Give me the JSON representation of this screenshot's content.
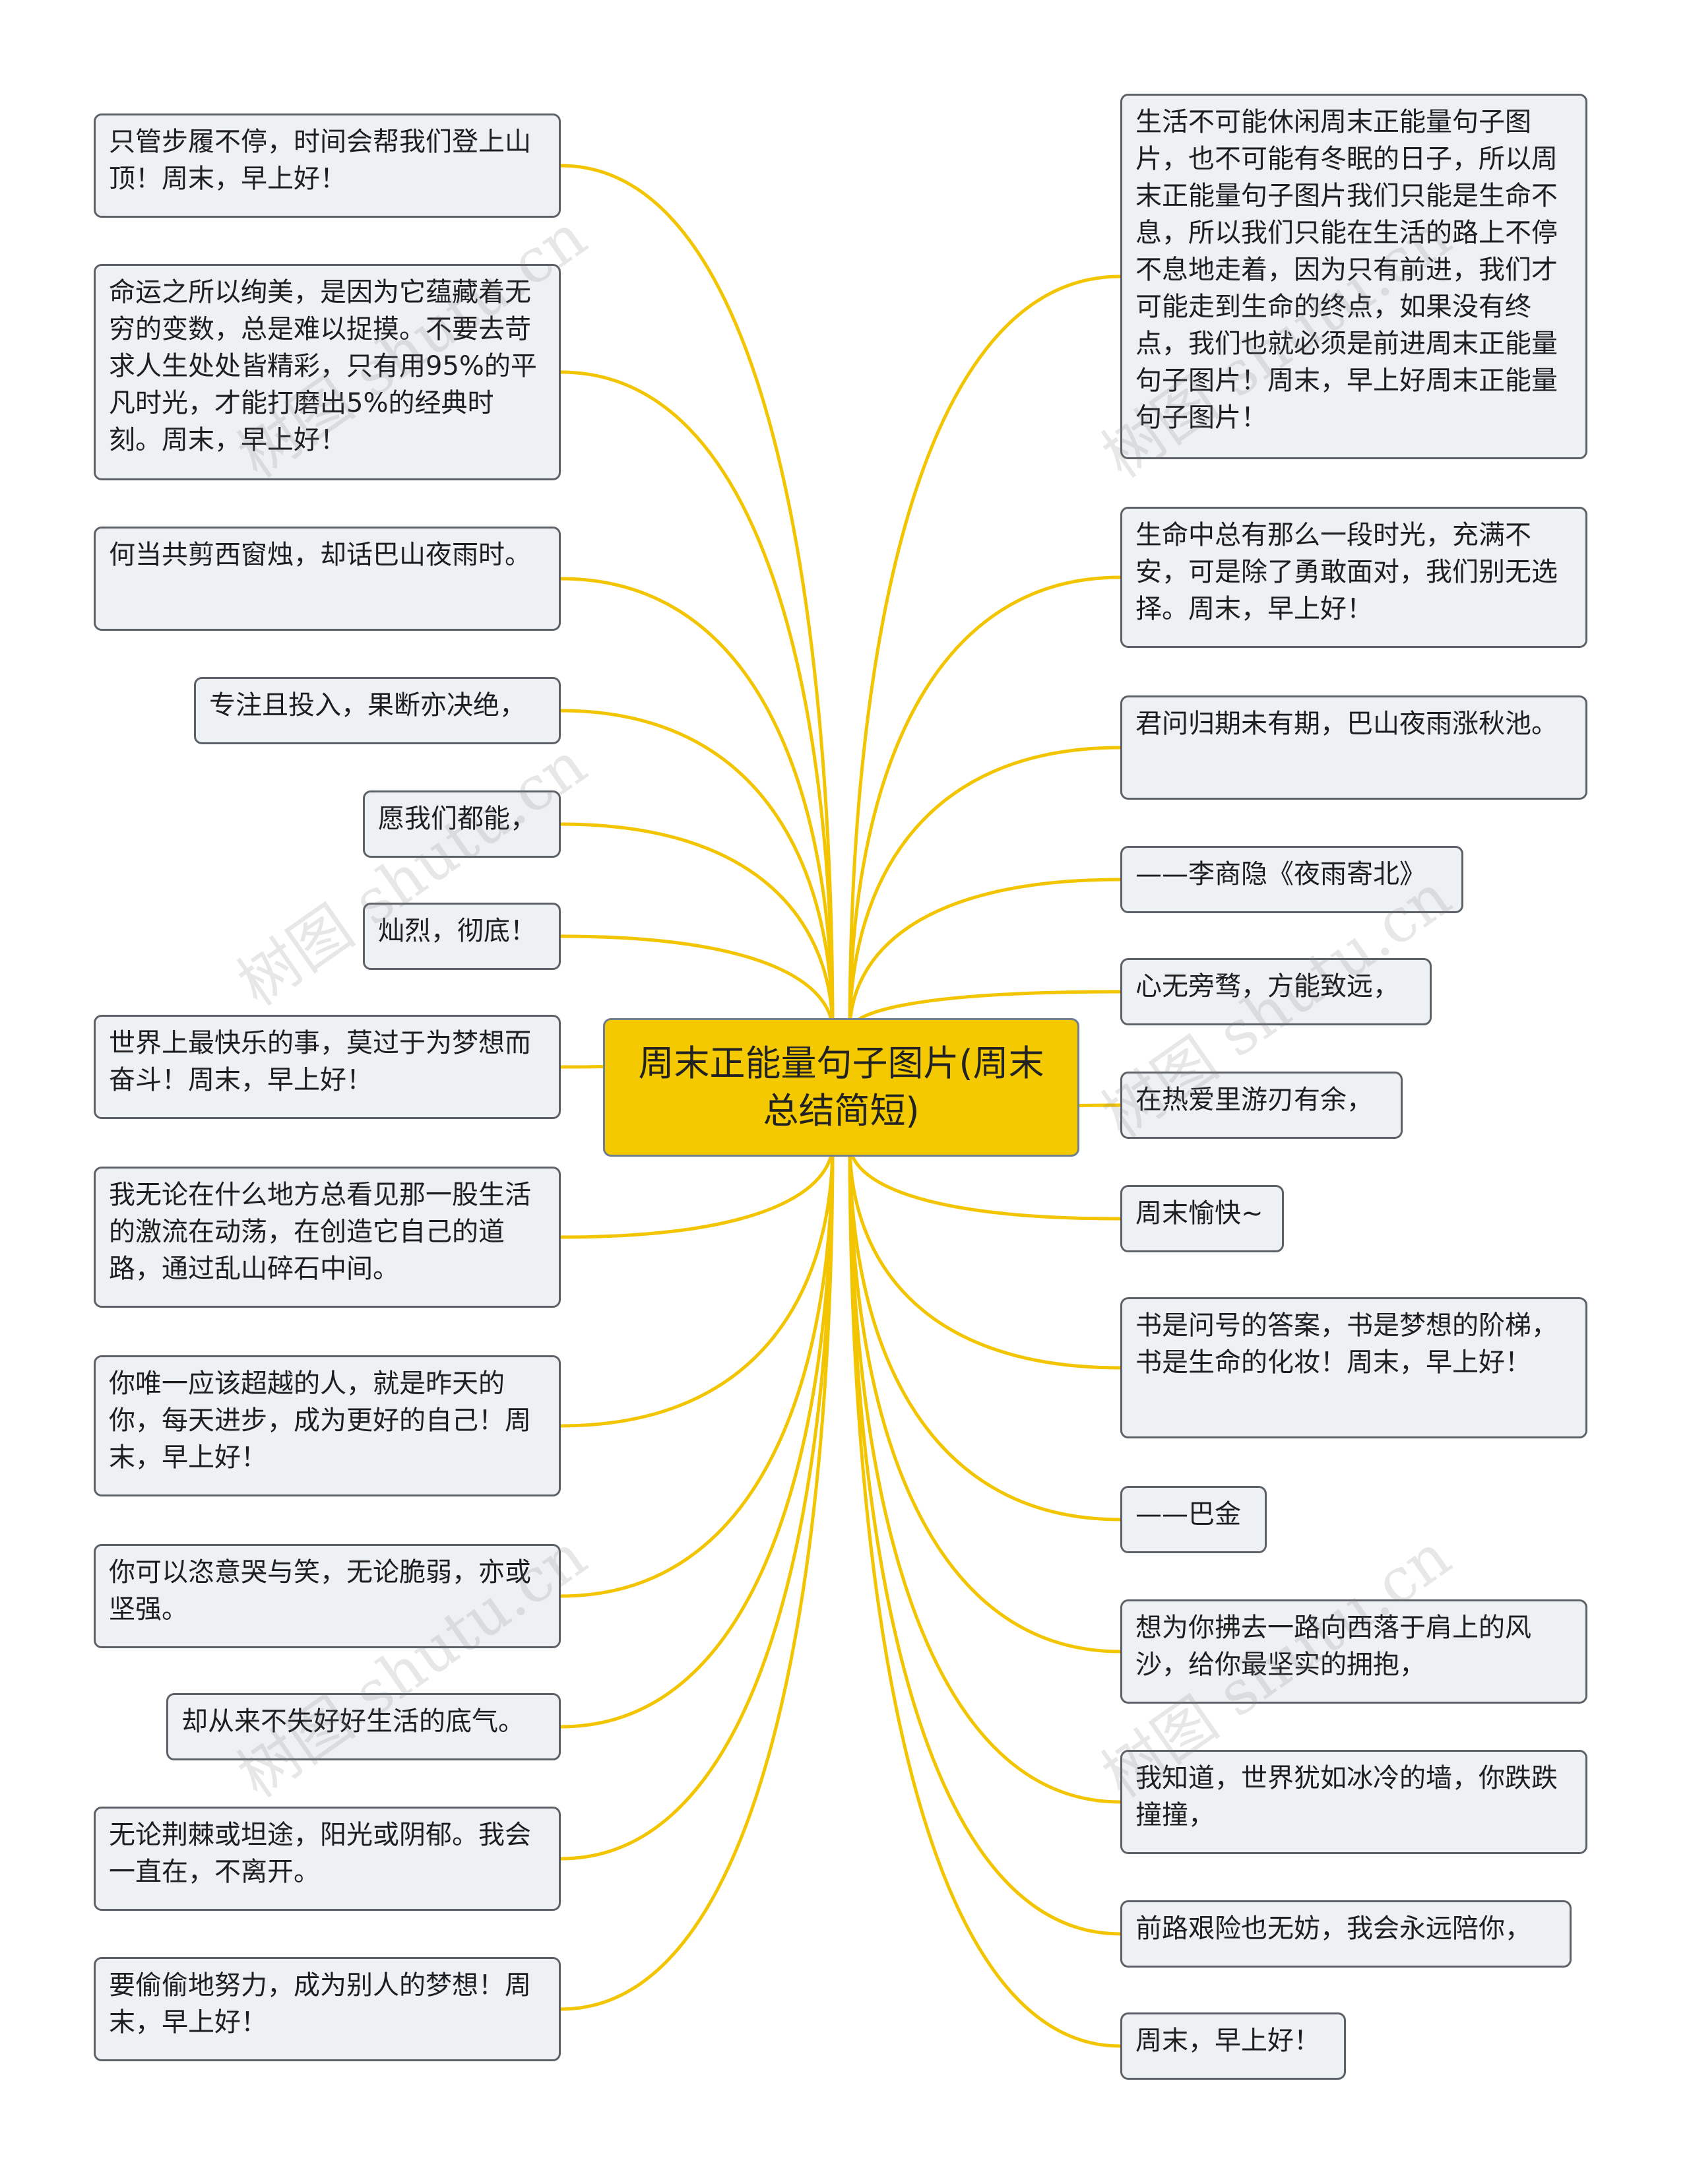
{
  "center": {
    "label": "周末正能量句子图片(周末总结简短)"
  },
  "left": [
    "只管步履不停，时间会帮我们登上山顶！周末，早上好！",
    "命运之所以绚美，是因为它蕴藏着无穷的变数，总是难以捉摸。不要去苛求人生处处皆精彩，只有用95%的平凡时光，才能打磨出5%的经典时刻。周末，早上好！",
    "何当共剪西窗烛，却话巴山夜雨时。",
    "专注且投入，果断亦决绝，",
    "愿我们都能，",
    "灿烈，彻底！",
    "世界上最快乐的事，莫过于为梦想而奋斗！周末，早上好！",
    "我无论在什么地方总看见那一股生活的激流在动荡，在创造它自己的道路，通过乱山碎石中间。",
    "你唯一应该超越的人，就是昨天的你，每天进步，成为更好的自己！周末，早上好！",
    "你可以恣意哭与笑，无论脆弱，亦或坚强。",
    "却从来不失好好生活的底气。",
    "无论荆棘或坦途，阳光或阴郁。我会一直在，不离开。",
    "要偷偷地努力，成为别人的梦想！周末，早上好！"
  ],
  "right": [
    "生活不可能休闲周末正能量句子图片，也不可能有冬眠的日子，所以周末正能量句子图片我们只能是生命不息，所以我们只能在生活的路上不停不息地走着，因为只有前进，我们才可能走到生命的终点，如果没有终点，我们也就必须是前进周末正能量句子图片！周末，早上好周末正能量句子图片！",
    "生命中总有那么一段时光，充满不安，可是除了勇敢面对，我们别无选择。周末，早上好！",
    "君问归期未有期，巴山夜雨涨秋池。",
    "——李商隐《夜雨寄北》",
    "心无旁骛，方能致远，",
    "在热爱里游刃有余，",
    "周末愉快~",
    "书是问号的答案，书是梦想的阶梯，书是生命的化妆！周末，早上好！",
    "——巴金",
    "想为你拂去一路向西落于肩上的风沙，给你最坚实的拥抱，",
    "我知道，世界犹如冰冷的墙，你跌跌撞撞，",
    "前路艰险也无妨，我会永远陪你，",
    "周末，早上好！"
  ],
  "watermark": "树图 shutu.cn",
  "colors": {
    "link": "#f2c500",
    "center_fill": "#f4c900",
    "node_fill": "#eef1f4",
    "node_border": "#5b6167"
  }
}
